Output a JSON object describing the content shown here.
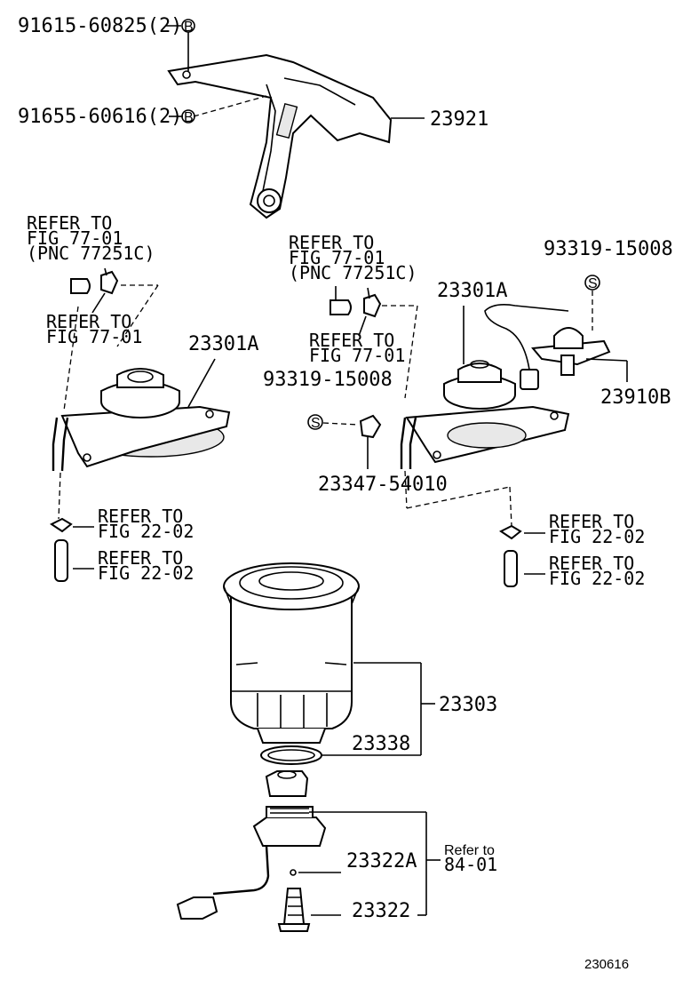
{
  "callouts": {
    "bolt_a": "91615-60825(2)",
    "bolt_b": "91655-60616(2)",
    "bracket": "23921",
    "filter_head_left": "23301A",
    "filter_head_right": "23301A",
    "screw_left": "93319-15008",
    "screw_right": "93319-15008(",
    "sensor_bracket": "23910B",
    "plug": "23347-54010",
    "filter": "23303",
    "gasket": "23338",
    "drain_plug_a": "23322A",
    "drain_plug": "23322"
  },
  "markers": {
    "b_symbol": "B",
    "s_symbol": "S"
  },
  "refs": {
    "left_top": [
      "REFER TO",
      "FIG 77-01",
      "(PNC 77251C)"
    ],
    "left_mid": [
      "REFER TO",
      "FIG 77-01"
    ],
    "center_top": [
      "REFER TO",
      "FIG 77-01",
      "(PNC 77251C)"
    ],
    "center_mid": [
      "REFER TO",
      "FIG 77-01"
    ],
    "left_low_1": [
      "REFER TO",
      "FIG 22-02"
    ],
    "left_low_2": [
      "REFER TO",
      "FIG 22-02"
    ],
    "right_low_1": [
      "REFER TO",
      "FIG 22-02"
    ],
    "right_low_2": [
      "REFER TO",
      "FIG 22-02"
    ],
    "drain_ref": [
      "Refer to",
      "84-01"
    ]
  },
  "footer": {
    "code": "230616"
  }
}
